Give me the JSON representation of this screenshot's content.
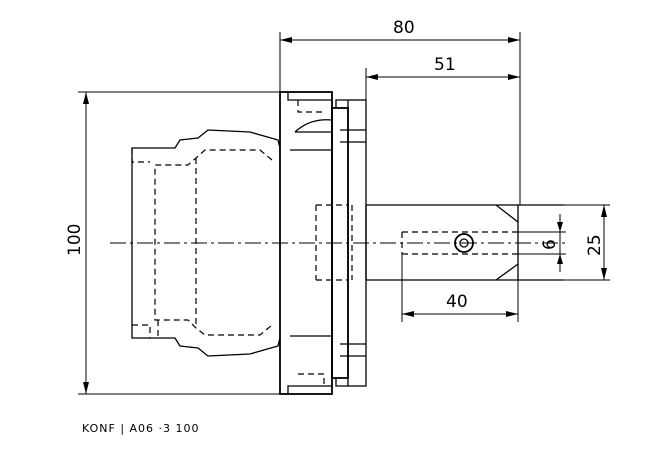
{
  "dimensions": {
    "overall_length": "80",
    "shank_length": "51",
    "flange_diameter": "100",
    "tool_length": "40",
    "pin_diameter": "6",
    "tool_diameter": "25"
  },
  "part_number": "KONF | A06 ·3 100"
}
